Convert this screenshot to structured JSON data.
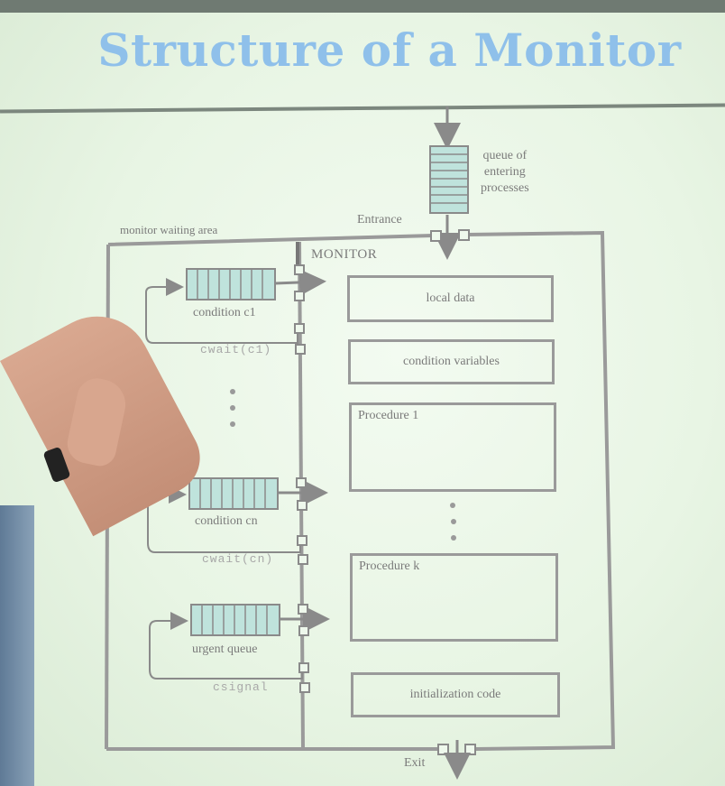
{
  "slide": {
    "title": "Structure of a Monitor"
  },
  "diagram": {
    "queue_label": [
      "queue of",
      "entering",
      "processes"
    ],
    "entrance_label": "Entrance",
    "waiting_area_label": "monitor waiting area",
    "monitor_label": "MONITOR",
    "exit_label": "Exit",
    "queues": [
      {
        "label": "condition c1",
        "call": "cwait(c1)"
      },
      {
        "label": "condition cn",
        "call": "cwait(cn)"
      },
      {
        "label": "urgent queue",
        "call": "csignal"
      }
    ],
    "boxes": {
      "local_data": "local data",
      "condition_variables": "condition variables",
      "procedure_1": "Procedure 1",
      "procedure_k": "Procedure k",
      "init_code": "initialization code"
    }
  },
  "colors": {
    "title": "#8fc0ea",
    "line": "#9a9a9a",
    "queue_fill": "#bfe3dc",
    "background": "#eef8ec"
  }
}
